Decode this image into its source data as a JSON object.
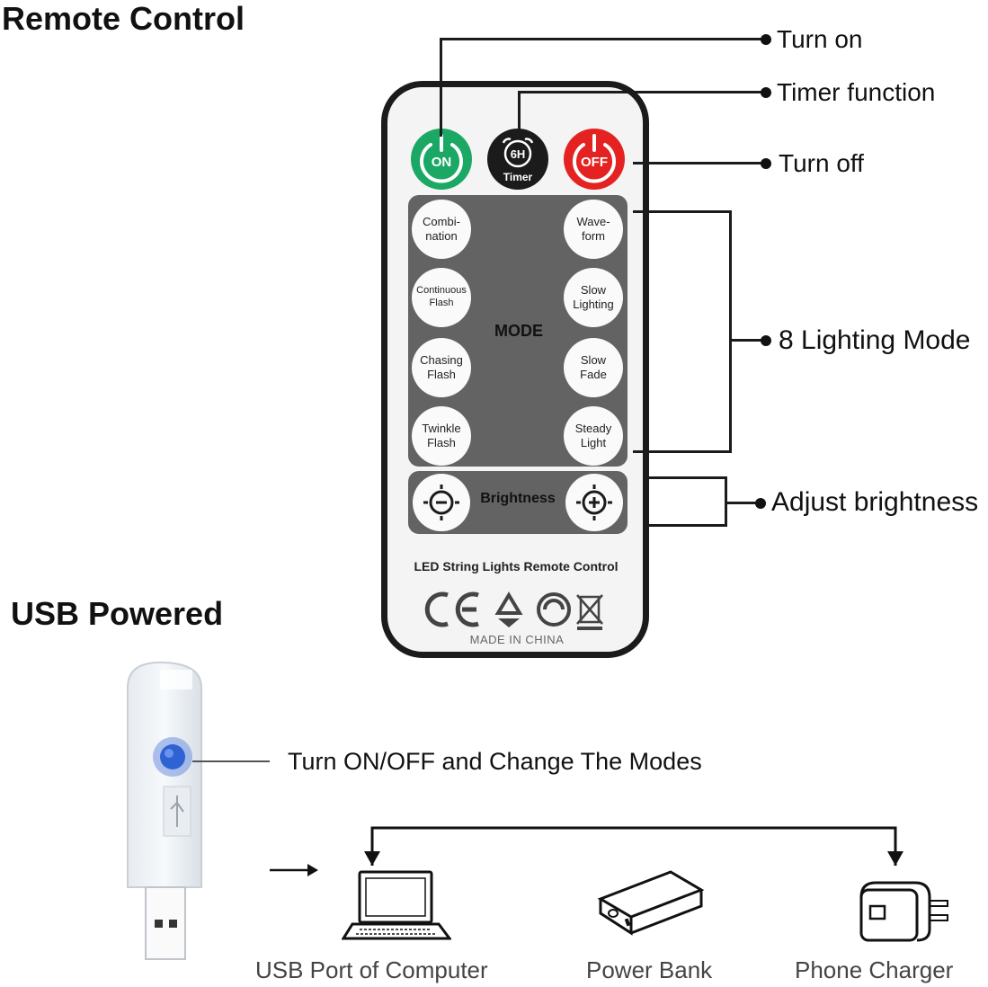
{
  "headings": {
    "remote_control": "Remote Control",
    "usb_powered": "USB Powered"
  },
  "callouts": {
    "turn_on": "Turn on",
    "timer_function": "Timer function",
    "turn_off": "Turn off",
    "lighting_mode": "8 Lighting Mode",
    "adjust_brightness": "Adjust brightness",
    "usb_button": "Turn ON/OFF and Change The Modes"
  },
  "remote": {
    "on_label": "ON",
    "timer_top": "6H",
    "timer_label": "Timer",
    "off_label": "OFF",
    "mode_label": "MODE",
    "brightness_label": "Brightness",
    "modes_left": [
      {
        "l1": "Combi-",
        "l2": "nation"
      },
      {
        "l1": "Continuous",
        "l2": "Flash"
      },
      {
        "l1": "Chasing",
        "l2": "Flash"
      },
      {
        "l1": "Twinkle",
        "l2": "Flash"
      }
    ],
    "modes_right": [
      {
        "l1": "Wave-",
        "l2": "form"
      },
      {
        "l1": "Slow",
        "l2": "Lighting"
      },
      {
        "l1": "Slow",
        "l2": "Fade"
      },
      {
        "l1": "Steady",
        "l2": "Light"
      }
    ],
    "footer": "LED String Lights Remote Control",
    "made_in": "MADE IN CHINA",
    "colors": {
      "on": "#1aa864",
      "off": "#e52222",
      "timer": "#1b1b1b",
      "panel": "#636363"
    }
  },
  "destinations": {
    "computer": "USB Port of Computer",
    "power_bank": "Power Bank",
    "phone_charger": "Phone Charger"
  },
  "usb": {
    "button_color": "#2f63d4"
  }
}
